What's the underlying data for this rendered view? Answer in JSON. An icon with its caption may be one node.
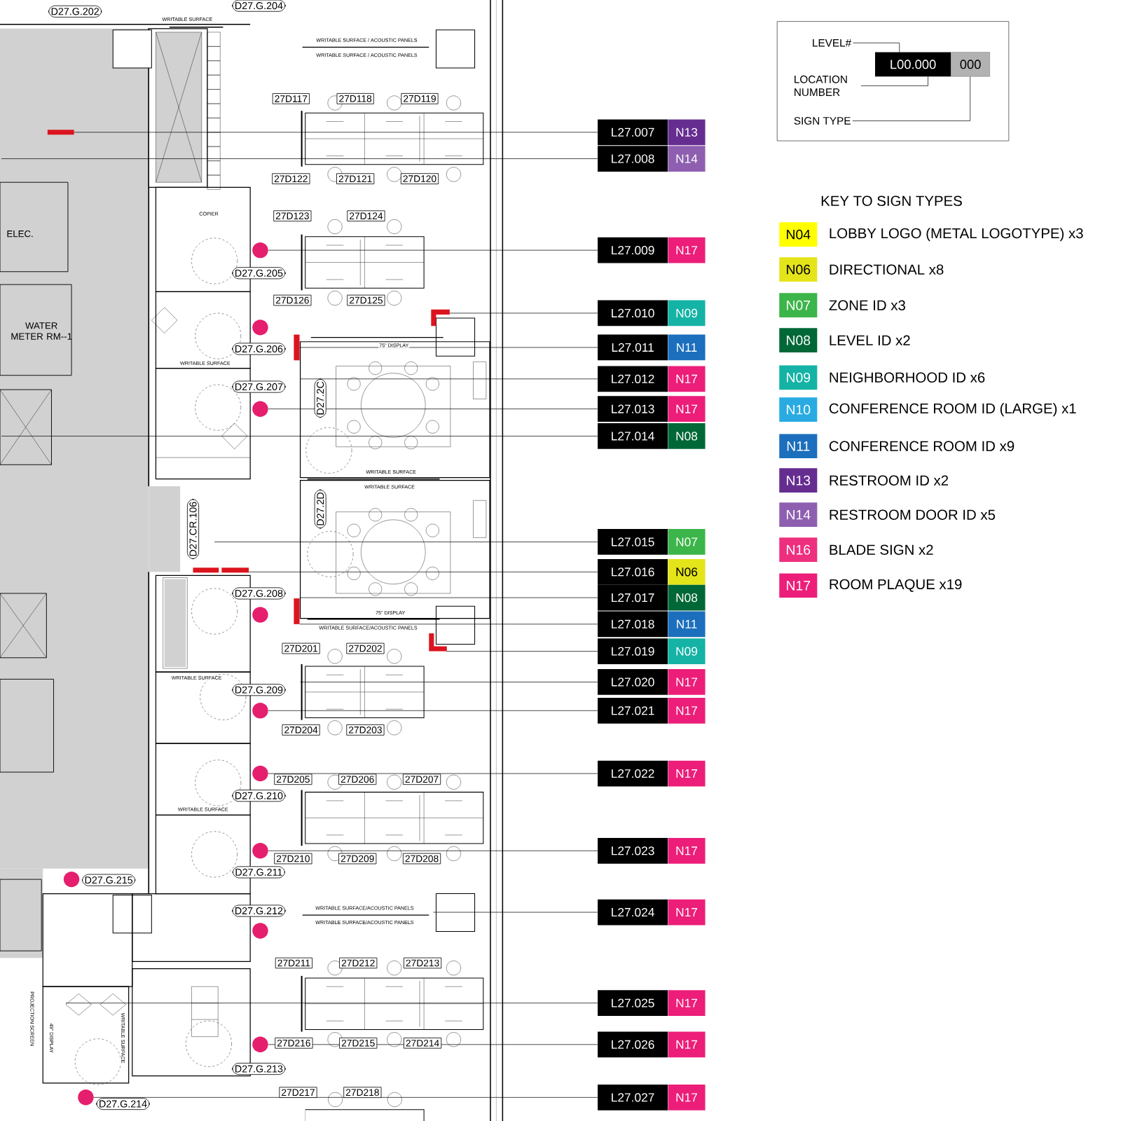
{
  "diagram": {
    "nodes": [
      {
        "text": [
          "LEVEL#"
        ]
      },
      {
        "text": [
          "LOCATION NUMBER"
        ]
      },
      {
        "text": [
          "SIGN TYPE"
        ]
      },
      {
        "text": [
          "L00.000",
          "000"
        ]
      },
      {
        "text": [
          "L27.007",
          "N13"
        ]
      },
      {
        "text": [
          "L27.008",
          "N14"
        ]
      },
      {
        "text": [
          "L27.009",
          "N17"
        ]
      },
      {
        "text": [
          "L27.010",
          "N09"
        ]
      },
      {
        "text": [
          "L27.011",
          "N11"
        ]
      },
      {
        "text": [
          "L27.012",
          "N17"
        ]
      },
      {
        "text": [
          "L27.013",
          "N17"
        ]
      },
      {
        "text": [
          "L27.014",
          "N08"
        ]
      },
      {
        "text": [
          "L27.015",
          "N07"
        ]
      },
      {
        "text": [
          "L27.016",
          "N06"
        ]
      },
      {
        "text": [
          "L27.017",
          "N08"
        ]
      },
      {
        "text": [
          "L27.018",
          "N11"
        ]
      },
      {
        "text": [
          "L27.019",
          "N09"
        ]
      },
      {
        "text": [
          "L27.020",
          "N17"
        ]
      },
      {
        "text": [
          "L27.021",
          "N17"
        ]
      },
      {
        "text": [
          "L27.022",
          "N17"
        ]
      },
      {
        "text": [
          "L27.023",
          "N17"
        ]
      },
      {
        "text": [
          "L27.024",
          "N17"
        ]
      },
      {
        "text": [
          "L27.025",
          "N17"
        ]
      },
      {
        "text": [
          "L27.026",
          "N17"
        ]
      },
      {
        "text": [
          "L27.027",
          "N17"
        ]
      },
      {
        "text": [],
        "shape": "bar"
      },
      {
        "text": [],
        "shape": "circle"
      },
      {
        "text": [],
        "shape": "bar"
      },
      {
        "text": [],
        "shape": "circle"
      },
      {
        "text": [],
        "shape": "bar"
      },
      {
        "text": [],
        "shape": "circle"
      },
      {
        "text": [],
        "shape": "bar"
      },
      {
        "text": [],
        "shape": "bar"
      },
      {
        "text": [],
        "shape": "circle"
      },
      {
        "text": [],
        "shape": "bar"
      },
      {
        "text": [],
        "shape": "circle"
      },
      {
        "text": [],
        "shape": "circle"
      },
      {
        "text": [],
        "shape": "circle"
      },
      {
        "text": [],
        "shape": "circle"
      },
      {
        "text": [],
        "shape": "circle"
      },
      {
        "text": [],
        "shape": "circle"
      },
      {
        "text": [],
        "shape": "circle"
      }
    ],
    "edges": [
      {
        "from": 0,
        "to": 3,
        "arrow": "none"
      },
      {
        "from": 1,
        "to": 3,
        "arrow": "none"
      },
      {
        "from": 2,
        "to": 3,
        "arrow": "none"
      },
      {
        "from": 4,
        "to": 25,
        "arrow": "none"
      },
      {
        "from": 5,
        "to": null,
        "arrow": "none"
      },
      {
        "from": 6,
        "to": 26,
        "arrow": "none"
      },
      {
        "from": 7,
        "to": 27,
        "arrow": "none"
      },
      {
        "from": 8,
        "to": 29,
        "arrow": "none"
      },
      {
        "from": 9,
        "to": null,
        "arrow": "none"
      },
      {
        "from": 10,
        "to": 30,
        "arrow": "none"
      },
      {
        "from": 11,
        "to": null,
        "arrow": "none"
      },
      {
        "from": 12,
        "to": null,
        "arrow": "none"
      },
      {
        "from": 13,
        "to": 31,
        "arrow": "none"
      },
      {
        "from": 14,
        "to": 32,
        "arrow": "none"
      },
      {
        "from": 15,
        "to": 32,
        "arrow": "none"
      },
      {
        "from": 16,
        "to": 34,
        "arrow": "none"
      },
      {
        "from": 17,
        "to": null,
        "arrow": "none"
      },
      {
        "from": 18,
        "to": 35,
        "arrow": "none"
      },
      {
        "from": 19,
        "to": 36,
        "arrow": "none"
      },
      {
        "from": 20,
        "to": 37,
        "arrow": "none"
      },
      {
        "from": 21,
        "to": null,
        "arrow": "none"
      },
      {
        "from": 22,
        "to": null,
        "arrow": "none"
      },
      {
        "from": 23,
        "to": 40,
        "arrow": "none"
      },
      {
        "from": 24,
        "to": 41,
        "arrow": "none"
      }
    ],
    "labels": [
      "D27.G.202",
      "D27.G.204",
      "WRITABLE SURFACE",
      "WRITABLE SURFACE / ACOUSTIC PANELS",
      "WRITABLE SURFACE / ACOUSTIC PANELS",
      "27D117",
      "27D118",
      "27D119",
      "27D122",
      "27D121",
      "27D120",
      "COPIER",
      "ELEC.",
      "27D123",
      "27D124",
      "D27.G.205",
      "27D126",
      "27D125",
      "WATER METER RM--1",
      "75\" DISPLAY",
      "D27.G.206",
      "WRITABLE SURFACE",
      "D27.2C",
      "D27.G.207",
      "WRITABLE SURFACE",
      "WRITABLE SURFACE",
      "D27.2D",
      "D27.CR.106",
      "D27.G.208",
      "75\" DISPLAY",
      "WRITABLE SURFACE/ACOUSTIC PANELS",
      "27D201",
      "27D202",
      "WRITABLE SURFACE",
      "D27.G.209",
      "27D204",
      "27D203",
      "27D205",
      "27D206",
      "27D207",
      "D27.G.210",
      "WRITABLE SURFACE",
      "27D210",
      "27D209",
      "27D208",
      "D27.G.211",
      "D27.G.215",
      "D27.G.212",
      "WRITABLE SURFACE/ACOUSTIC PANELS",
      "WRITABLE SURFACE/ACOUSTIC PANELS",
      "27D211",
      "27D212",
      "27D213",
      "PROJECTION SCREEN",
      "49\" DISPLAY",
      "WRITABLE SURFACE",
      "27D216",
      "27D215",
      "27D214",
      "D27.G.213",
      "27D217",
      "27D218",
      "D27.G.214",
      "KEY TO SIGN TYPES",
      "N04",
      "N06",
      "N07",
      "N08",
      "N09",
      "N10",
      "N11",
      "N13",
      "N14",
      "N16",
      "N17"
    ],
    "legend": [
      {
        "text": "LOBBY LOGO (METAL LOGOTYPE) x3",
        "color": "#ffff00"
      },
      {
        "text": "DIRECTIONAL x8",
        "color": "#e4e41a"
      },
      {
        "text": "ZONE ID x3",
        "color": "#3cb54a"
      },
      {
        "text": "LEVEL ID x2",
        "color": "#006837"
      },
      {
        "text": "NEIGHBORHOOD ID x6",
        "color": "#15b3a6"
      },
      {
        "text": "CONFERENCE ROOM ID (LARGE) x1",
        "color": "#29abe2"
      },
      {
        "text": "CONFERENCE ROOM ID x9",
        "color": "#1c6fbd"
      },
      {
        "text": "RESTROOM ID x2",
        "color": "#662d91"
      },
      {
        "text": "RESTROOM DOOR ID x5",
        "color": "#8e5fb0"
      },
      {
        "text": "BLADE SIGN x2",
        "color": "#ee2f7f"
      },
      {
        "text": "ROOM PLAQUE x19",
        "color": "#ec1e79"
      }
    ]
  }
}
